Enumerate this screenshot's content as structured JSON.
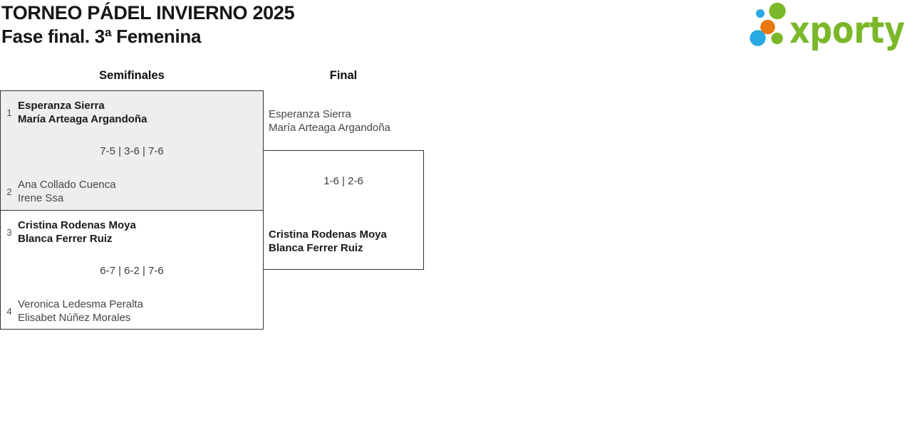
{
  "header": {
    "title": "TORNEO PÁDEL INVIERNO 2025",
    "subtitle": "Fase final. 3ª Femenina"
  },
  "logo": {
    "brand": "xporty",
    "colors": {
      "green": "#7ab829",
      "blue": "#29a9e1",
      "orange": "#e8790f"
    }
  },
  "theme": {
    "highlight_box_bg": "#eeeeee",
    "box_border": "#333333",
    "winner_text": "#1a1a1a",
    "loser_text": "#454545"
  },
  "bracket": {
    "round_headers": [
      "Semifinales",
      "Final"
    ],
    "semifinals": [
      {
        "team1": {
          "seed": "1",
          "players": [
            "Esperanza Sierra",
            "María Arteaga Argandoña"
          ]
        },
        "score": "7-5 | 3-6 | 7-6",
        "team2": {
          "seed": "2",
          "players": [
            "Ana Collado Cuenca",
            "Irene Ssa"
          ]
        }
      },
      {
        "team1": {
          "seed": "3",
          "players": [
            "Cristina Rodenas Moya",
            "Blanca Ferrer Ruiz"
          ]
        },
        "score": "6-7 | 6-2 | 7-6",
        "team2": {
          "seed": "4",
          "players": [
            "Veronica Ledesma Peralta",
            "Elisabet Núñez Morales"
          ]
        }
      }
    ],
    "final": {
      "team1": {
        "players": [
          "Esperanza Sierra",
          "María Arteaga Argandoña"
        ]
      },
      "score": "1-6 | 2-6",
      "team2": {
        "players": [
          "Cristina Rodenas Moya",
          "Blanca Ferrer Ruiz"
        ]
      }
    }
  }
}
